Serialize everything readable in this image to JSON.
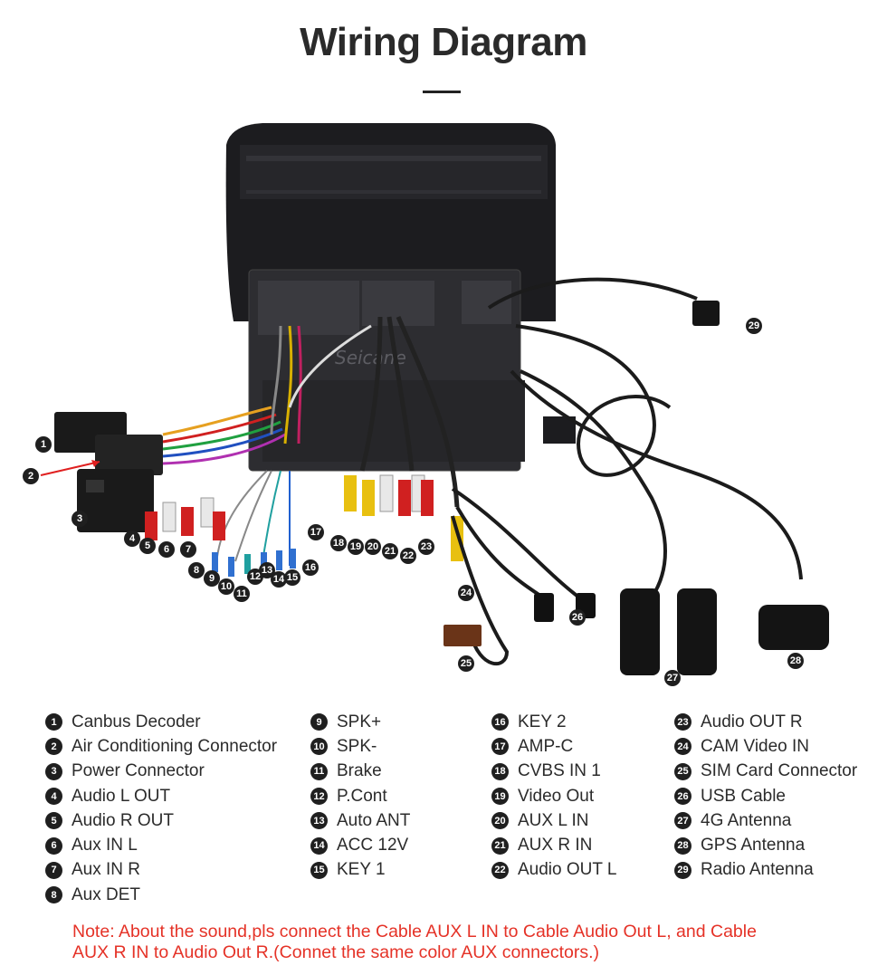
{
  "title": "Wiring Diagram",
  "watermark": "Seicane",
  "legend": [
    [
      {
        "n": "1",
        "label": "Canbus Decoder"
      },
      {
        "n": "2",
        "label": "Air Conditioning Connector"
      },
      {
        "n": "3",
        "label": "Power Connector"
      },
      {
        "n": "4",
        "label": "Audio L OUT"
      },
      {
        "n": "5",
        "label": "Audio R OUT"
      },
      {
        "n": "6",
        "label": "Aux IN L"
      },
      {
        "n": "7",
        "label": "Aux IN R"
      },
      {
        "n": "8",
        "label": "Aux DET"
      }
    ],
    [
      {
        "n": "9",
        "label": "SPK+"
      },
      {
        "n": "10",
        "label": "SPK-"
      },
      {
        "n": "11",
        "label": "Brake"
      },
      {
        "n": "12",
        "label": "P.Cont"
      },
      {
        "n": "13",
        "label": "Auto ANT"
      },
      {
        "n": "14",
        "label": "ACC 12V"
      },
      {
        "n": "15",
        "label": "KEY 1"
      }
    ],
    [
      {
        "n": "16",
        "label": "KEY 2"
      },
      {
        "n": "17",
        "label": "AMP-C"
      },
      {
        "n": "18",
        "label": "CVBS IN 1"
      },
      {
        "n": "19",
        "label": "Video Out"
      },
      {
        "n": "20",
        "label": "AUX L IN"
      },
      {
        "n": "21",
        "label": "AUX R IN"
      },
      {
        "n": "22",
        "label": "Audio OUT L"
      }
    ],
    [
      {
        "n": "23",
        "label": "Audio OUT R"
      },
      {
        "n": "24",
        "label": "CAM Video IN"
      },
      {
        "n": "25",
        "label": "SIM Card Connector"
      },
      {
        "n": "26",
        "label": "USB Cable"
      },
      {
        "n": "27",
        "label": "4G Antenna"
      },
      {
        "n": "28",
        "label": "GPS Antenna"
      },
      {
        "n": "29",
        "label": "Radio Antenna"
      }
    ]
  ],
  "note": {
    "line1": "Note: About the sound,pls connect the Cable AUX L IN to Cable Audio Out L, and Cable",
    "line2": "AUX R IN to  Audio Out R.(Connet the same color AUX connectors.)"
  },
  "colors": {
    "title": "#2a2a2a",
    "note": "#e53227",
    "badge": "#1f1f1f",
    "unit_body": "#1c1c1f",
    "arrow": "#e02020"
  }
}
